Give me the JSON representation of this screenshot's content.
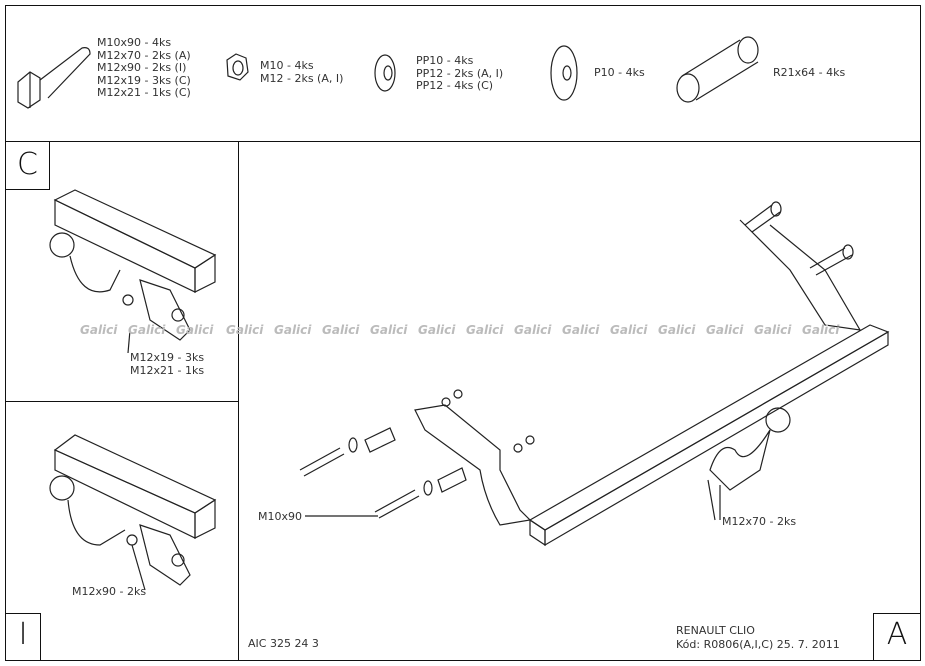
{
  "parts": {
    "bolts": [
      "M10x90 - 4ks",
      "M12x70 - 2ks (A)",
      "M12x90 - 2ks (I)",
      "M12x19 - 3ks (C)",
      "M12x21 - 1ks (C)"
    ],
    "nuts": [
      "M10 - 4ks",
      "M12 - 2ks (A, I)"
    ],
    "washers_pp": [
      "PP10 - 4ks",
      "PP12 - 2ks (A, I)",
      "PP12 - 4ks (C)"
    ],
    "washer_p": "P10 - 4ks",
    "spacer": "R21x64 - 4ks"
  },
  "panel_c": {
    "letter": "C",
    "labels": [
      "M12x19 - 3ks",
      "M12x21 - 1ks"
    ]
  },
  "panel_i": {
    "letter": "I",
    "label": "M12x90 - 2ks"
  },
  "panel_a": {
    "letter": "A",
    "label_bolts": "M10x90",
    "label_ball": "M12x70 - 2ks"
  },
  "watermark": "Galici",
  "footer": {
    "code": "AIC 325 24 3",
    "model": "RENAULT CLIO",
    "kod": "Kód: R0806(A,I,C)  25. 7. 2011"
  }
}
